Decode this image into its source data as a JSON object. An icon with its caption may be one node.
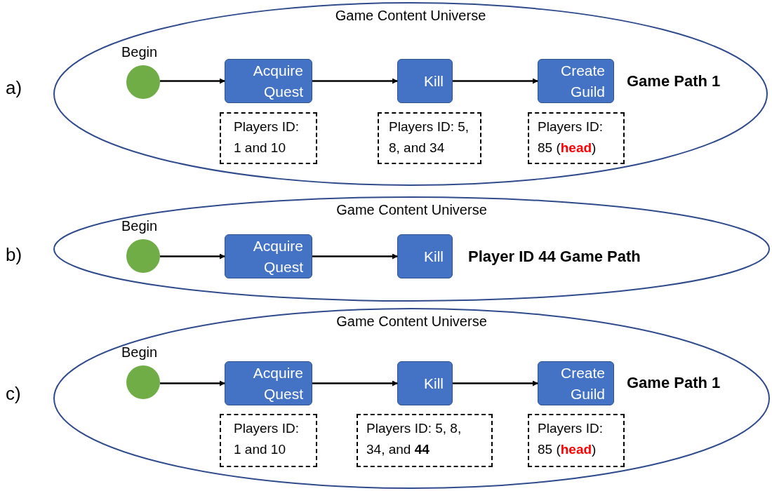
{
  "diagram": {
    "nodes": [
      {
        "text": [
          "Game Content Universe",
          "Game Path 1"
        ]
      },
      {
        "text": [],
        "shape": "circle",
        "in": 0,
        "beside": [
          "Begin"
        ]
      },
      {
        "text": [
          "Acquire Quest"
        ],
        "in": 0
      },
      {
        "text": [
          "Kill"
        ],
        "in": 0
      },
      {
        "text": [
          "Create Guild"
        ],
        "in": 0
      },
      {
        "text": [
          "Players ID: 1 and 10"
        ],
        "in": 0
      },
      {
        "text": [
          "Players ID: 5, 8, and 34"
        ],
        "in": 0
      },
      {
        "text": [
          "Players ID: 85 (**head**)"
        ],
        "in": 0
      },
      {
        "text": [
          "Game Content Universe",
          "Player ID 44 Game Path"
        ]
      },
      {
        "text": [],
        "shape": "circle",
        "in": 8,
        "beside": [
          "Begin"
        ]
      },
      {
        "text": [
          "Acquire Quest"
        ],
        "in": 8
      },
      {
        "text": [
          "Kill"
        ],
        "in": 8
      },
      {
        "text": [
          "Game Content Universe",
          "Game Path 1"
        ]
      },
      {
        "text": [],
        "shape": "circle",
        "in": 12,
        "beside": [
          "Begin"
        ]
      },
      {
        "text": [
          "Acquire Quest"
        ],
        "in": 12
      },
      {
        "text": [
          "Kill"
        ],
        "in": 12
      },
      {
        "text": [
          "Create Guild"
        ],
        "in": 12
      },
      {
        "text": [
          "Players ID: 1 and 10"
        ],
        "in": 12
      },
      {
        "text": [
          "Players ID: 5, 8, 34, and **44**"
        ],
        "in": 12
      },
      {
        "text": [
          "Players ID: 85 (**head**)"
        ],
        "in": 12
      }
    ],
    "edges": [
      {
        "from": 1,
        "to": 2,
        "arrow": "to"
      },
      {
        "from": 2,
        "to": 3,
        "arrow": "to"
      },
      {
        "from": 3,
        "to": 4,
        "arrow": "to"
      },
      {
        "from": 9,
        "to": 10,
        "arrow": "to"
      },
      {
        "from": 10,
        "to": 11,
        "arrow": "to"
      },
      {
        "from": 13,
        "to": 14,
        "arrow": "to"
      },
      {
        "from": 14,
        "to": 15,
        "arrow": "to"
      },
      {
        "from": 15,
        "to": 16,
        "arrow": "to"
      }
    ],
    "labels": [
      "a)",
      "b)",
      "c)"
    ]
  }
}
